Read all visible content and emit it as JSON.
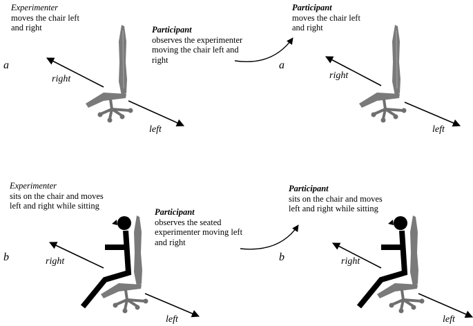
{
  "panel_a_left": {
    "row_label": "a",
    "role": "Experimenter",
    "desc_lines": [
      "moves the chair left",
      "and right"
    ],
    "right_label": "right",
    "left_label": "left"
  },
  "panel_a_middle": {
    "role": "Participant",
    "desc_lines": [
      "observes the experimenter",
      "moving the chair left and",
      "right"
    ]
  },
  "panel_a_right": {
    "row_label": "a",
    "role": "Participant",
    "desc_lines": [
      "moves the chair left",
      "and right"
    ],
    "right_label": "right",
    "left_label": "left"
  },
  "panel_b_left": {
    "row_label": "b",
    "role": "Experimenter",
    "desc_lines": [
      "sits on the chair and moves",
      "left and right while sitting"
    ],
    "right_label": "right",
    "left_label": "left"
  },
  "panel_b_middle": {
    "role": "Participant",
    "desc_lines": [
      "observes the seated",
      "experimenter moving left",
      "and right"
    ]
  },
  "panel_b_right": {
    "row_label": "b",
    "role": "Participant",
    "desc_lines": [
      "sits on the chair and moves",
      "left and right while sitting"
    ],
    "right_label": "right",
    "left_label": "left"
  },
  "colors": {
    "chair": "#7a7a7a",
    "figure": "#000000",
    "arrow": "#000000"
  }
}
